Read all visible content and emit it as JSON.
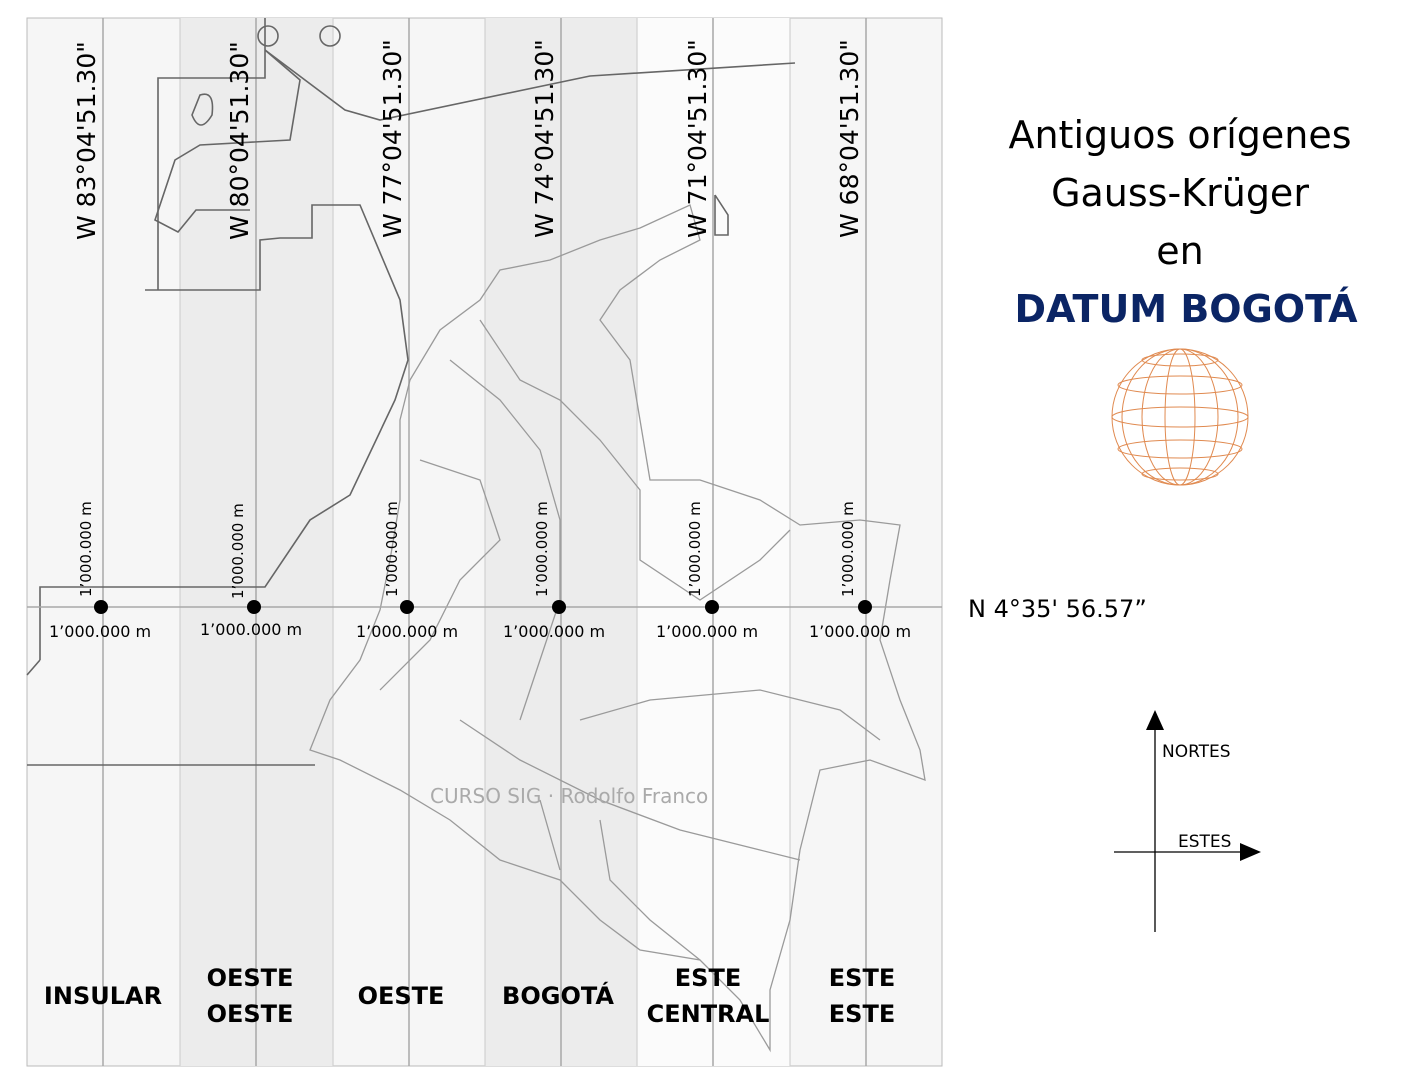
{
  "title": {
    "line1": "Antiguos orígenes",
    "line2": "Gauss-Krüger",
    "line3": "en",
    "datum": "DATUM BOGOTÁ"
  },
  "meridians": [
    "W 83°04'51.30\"",
    "W 80°04'51.30\"",
    "W 77°04'51.30\"",
    "W 74°04'51.30\"",
    "W 71°04'51.30\"",
    "W 68°04'51.30\""
  ],
  "false_northing": "1’000.000 m",
  "false_easting": "1’000.000 m",
  "parallel": "N 4°35' 56.57”",
  "zones": [
    {
      "line1": "INSULAR",
      "line2": ""
    },
    {
      "line1": "OESTE",
      "line2": "OESTE"
    },
    {
      "line1": "OESTE",
      "line2": ""
    },
    {
      "line1": "BOGOTÁ",
      "line2": ""
    },
    {
      "line1": "ESTE",
      "line2": "CENTRAL"
    },
    {
      "line1": "ESTE",
      "line2": "ESTE"
    }
  ],
  "axes": {
    "north": "NORTES",
    "east": "ESTES"
  },
  "watermark": "CURSO SIG · Rodolfo Franco",
  "colors": {
    "datum": "#0b2565",
    "globe": "#e08a50"
  }
}
